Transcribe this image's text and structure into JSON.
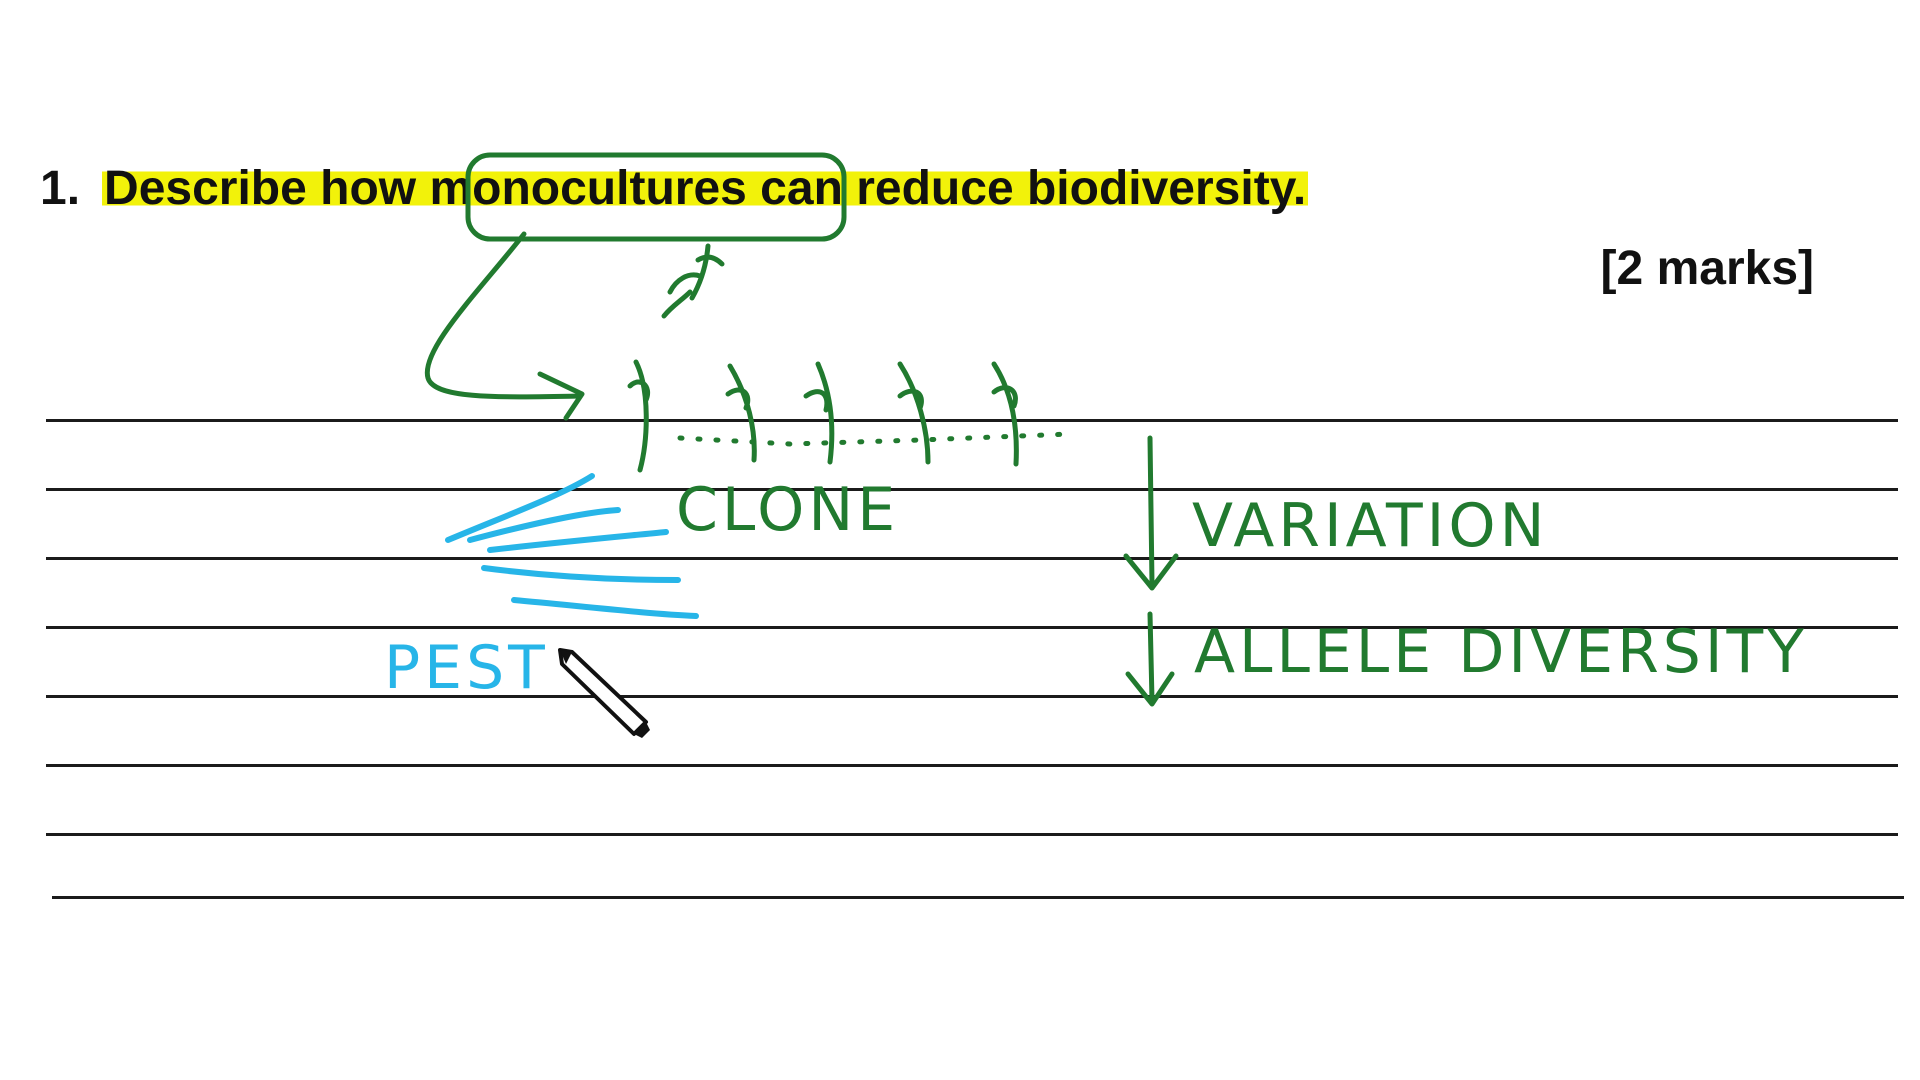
{
  "question": {
    "number": "1.",
    "before": "Describe how ",
    "keyword": "monocultures",
    "after": " can reduce biodiversity.",
    "marks": "[2 marks]"
  },
  "annotations": {
    "clone": "CLONE",
    "variation": "VARIATION",
    "allele_diversity": "ALLELE DIVERSITY",
    "pest": "PEST"
  },
  "colors": {
    "green_ink": "#217a2f",
    "blue_ink": "#27b5e8",
    "highlight": "#f2f20a"
  }
}
